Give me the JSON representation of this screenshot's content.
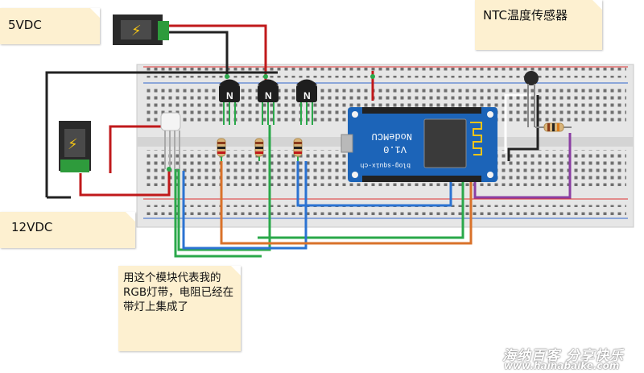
{
  "labels": {
    "note_5v": "5VDC",
    "note_12v": "12VDC",
    "note_ntc": "NTC温度传感器",
    "note_desc": "用这个模块代表我的RGB灯带，电阻已经在带灯上集成了"
  },
  "board": {
    "name": "NodeMCU",
    "version": "V1.0",
    "url": "blog-squix-ch"
  },
  "transistor_label": "N",
  "watermark": {
    "line1": "海纳百客 分享快乐",
    "line2": "www.hainabaike.com"
  },
  "colors": {
    "red": "#c0191b",
    "black": "#222222",
    "green": "#2aa84a",
    "blue": "#2b73d2",
    "orange": "#d9722a",
    "purple": "#8b3fa3",
    "board_blue": "#1c64b8",
    "breadboard": "#e6e6e6",
    "note": "#fdf0d0"
  }
}
